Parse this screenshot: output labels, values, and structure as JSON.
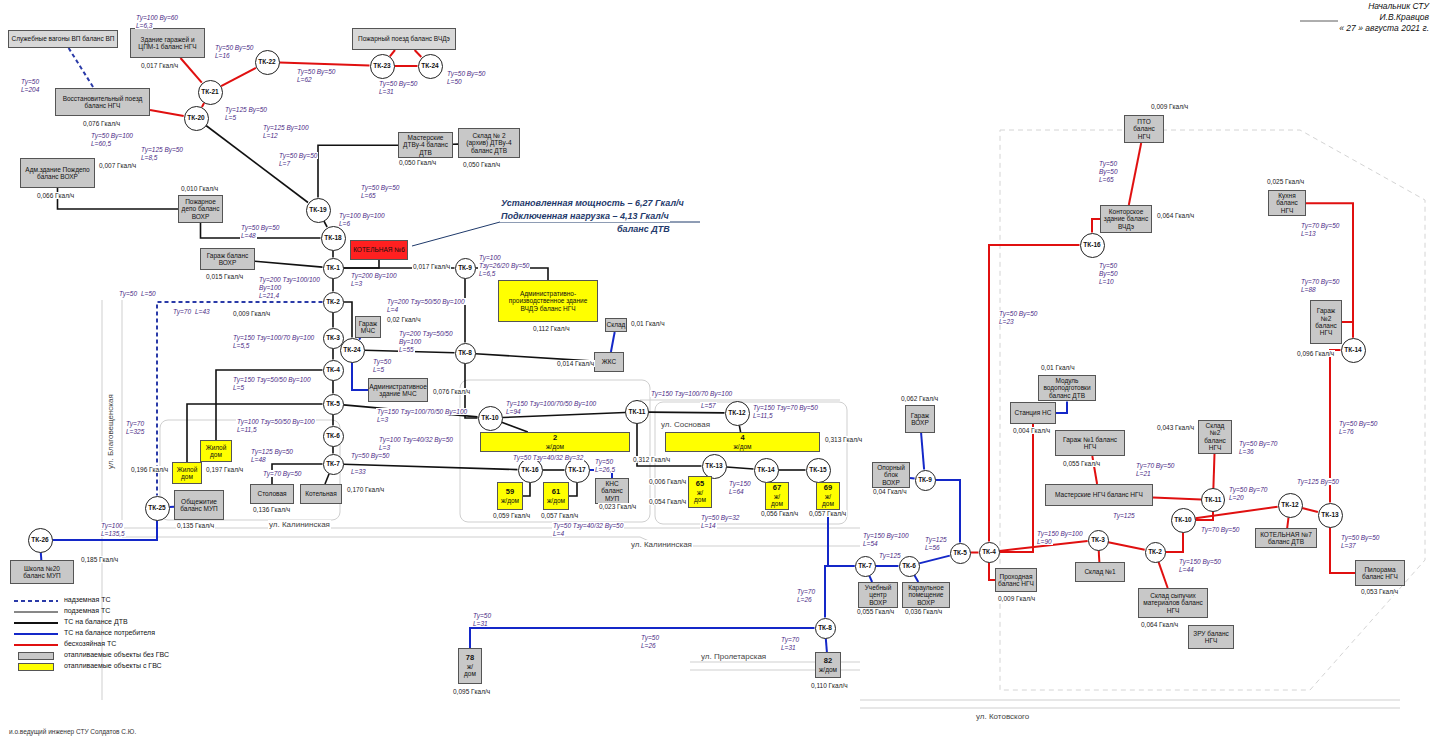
{
  "diagram": {
    "nodes": [
      {
        "text": [
          "КОТЕЛЬНАЯ №6"
        ]
      },
      {
        "text": [
          "ТК-18"
        ]
      },
      {
        "text": [
          "ТК-1"
        ]
      },
      {
        "text": [
          "ТК-2"
        ]
      },
      {
        "text": [
          "ТК-3"
        ]
      },
      {
        "text": [
          "ТК-4"
        ]
      },
      {
        "text": [
          "ТК-5"
        ]
      },
      {
        "text": [
          "ТК-6"
        ]
      },
      {
        "text": [
          "ТК-7"
        ]
      },
      {
        "text": [
          "ТК-19"
        ]
      },
      {
        "text": [
          "ТК-20"
        ]
      },
      {
        "text": [
          "ТК-21"
        ]
      },
      {
        "text": [
          "ТК-22"
        ]
      },
      {
        "text": [
          "ТК-23"
        ]
      },
      {
        "text": [
          "ТК-24"
        ]
      },
      {
        "text": [
          "Пожарный поезд баланс ВЧДэ"
        ]
      },
      {
        "text": [
          "Служебные вагоны ВП баланс ВП"
        ]
      },
      {
        "text": [
          "Восстановительный поезд баланс НГЧ"
        ]
      },
      {
        "text": [
          "Здание гаражей и ЦПМ-1 баланс НГЧ"
        ]
      },
      {
        "text": [
          "Адм.здание Пождепо баланс ВОХР"
        ]
      },
      {
        "text": [
          "Пожарное депо баланс ВОХР"
        ]
      },
      {
        "text": [
          "Гараж баланс ВОХР"
        ]
      },
      {
        "text": [
          "Мастерские ДТВу-4 баланс ДТВ"
        ]
      },
      {
        "text": [
          "Склад № 2 (архив) ДТВу-4 баланс ДТВ"
        ]
      },
      {
        "text": [
          "Гараж МЧС"
        ]
      },
      {
        "text": [
          "ТК-24"
        ]
      },
      {
        "text": [
          "Административное здание МЧС"
        ]
      },
      {
        "text": [
          "Административно-производственное здание ВЧДЭ баланс НГЧ"
        ]
      },
      {
        "text": [
          "ТК-9"
        ]
      },
      {
        "text": [
          "ТК-8"
        ]
      },
      {
        "text": [
          "Склад"
        ]
      },
      {
        "text": [
          "ЖКС"
        ]
      },
      {
        "text": [
          "ТК-10"
        ]
      },
      {
        "text": [
          "ТК-11"
        ]
      },
      {
        "text": [
          "ТК-12"
        ]
      },
      {
        "text": [
          "2",
          "ж/дом"
        ]
      },
      {
        "text": [
          "4",
          "ж/дом"
        ]
      },
      {
        "text": [
          "ТК-16"
        ]
      },
      {
        "text": [
          "ТК-17"
        ]
      },
      {
        "text": [
          "59",
          "ж/дом"
        ]
      },
      {
        "text": [
          "61",
          "ж/дом"
        ]
      },
      {
        "text": [
          "КНС баланс МУП"
        ]
      },
      {
        "text": [
          "ТК-13"
        ]
      },
      {
        "text": [
          "ТК-14"
        ]
      },
      {
        "text": [
          "ТК-15"
        ]
      },
      {
        "text": [
          "65",
          "ж/дом"
        ]
      },
      {
        "text": [
          "67",
          "ж/дом"
        ]
      },
      {
        "text": [
          "69",
          "ж/дом"
        ]
      },
      {
        "text": [
          "Жилой дом"
        ]
      },
      {
        "text": [
          "Жилой дом"
        ]
      },
      {
        "text": [
          "Общежитие баланс МУП"
        ]
      },
      {
        "text": [
          "ТК-25"
        ]
      },
      {
        "text": [
          "ТК-26"
        ]
      },
      {
        "text": [
          "Школа №20 баланс МУП"
        ]
      },
      {
        "text": [
          "Столовая"
        ]
      },
      {
        "text": [
          "Котельная"
        ]
      },
      {
        "text": [
          "78",
          "ж/дом"
        ]
      },
      {
        "text": [
          "82",
          "ж/дом"
        ]
      },
      {
        "text": [
          "ТК-8"
        ]
      },
      {
        "text": [
          "ТК-7"
        ]
      },
      {
        "text": [
          "ТК-6"
        ]
      },
      {
        "text": [
          "ТК-5"
        ]
      },
      {
        "text": [
          "ТК-4"
        ]
      },
      {
        "text": [
          "ТК-3"
        ]
      },
      {
        "text": [
          "ТК-2"
        ]
      },
      {
        "text": [
          "ТК-10"
        ]
      },
      {
        "text": [
          "ТК-11"
        ]
      },
      {
        "text": [
          "ТК-12"
        ]
      },
      {
        "text": [
          "ТК-13"
        ]
      },
      {
        "text": [
          "ТК-14"
        ]
      },
      {
        "text": [
          "ТК-16"
        ]
      },
      {
        "text": [
          "ТК-9"
        ]
      },
      {
        "text": [
          "ПТО баланс НГЧ"
        ]
      },
      {
        "text": [
          "Конторское здание баланс ВЧДэ"
        ]
      },
      {
        "text": [
          "Кухня баланс НГЧ"
        ]
      },
      {
        "text": [
          "Гараж №2 баланс НГЧ"
        ]
      },
      {
        "text": [
          "Модуль водоподготовки баланс ДТВ"
        ]
      },
      {
        "text": [
          "Склад №2 баланс НГЧ"
        ]
      },
      {
        "text": [
          "Гараж №1 баланс НГЧ"
        ]
      },
      {
        "text": [
          "Мастерские НГЧ баланс НГЧ"
        ]
      },
      {
        "text": [
          "КОТЕЛЬНАЯ №7 баланс ДТВ"
        ]
      },
      {
        "text": [
          "Пилорама баланс НГЧ"
        ]
      },
      {
        "text": [
          "Склад №1"
        ]
      },
      {
        "text": [
          "Склад сыпучих материалов баланс НГЧ"
        ]
      },
      {
        "text": [
          "ЗРУ баланс НГЧ"
        ]
      },
      {
        "text": [
          "Проходная баланс НГЧ"
        ]
      },
      {
        "text": [
          "Гараж ВОХР"
        ]
      },
      {
        "text": [
          "Опорный блок ВОХР"
        ]
      },
      {
        "text": [
          "Учебный центр ВОХР"
        ]
      },
      {
        "text": [
          "Караульное помещение ВОХР"
        ]
      },
      {
        "text": [
          "Станция НС"
        ]
      }
    ],
    "edges": [
      {
        "from": 2,
        "to": 0,
        "arrow": "none"
      },
      {
        "from": 1,
        "to": 2,
        "arrow": "none"
      },
      {
        "from": 2,
        "to": 3,
        "arrow": "none"
      },
      {
        "from": 3,
        "to": 4,
        "arrow": "none"
      },
      {
        "from": 4,
        "to": 5,
        "arrow": "none"
      },
      {
        "from": 5,
        "to": 6,
        "arrow": "none"
      },
      {
        "from": 6,
        "to": 7,
        "arrow": "none"
      },
      {
        "from": 7,
        "to": 8,
        "arrow": "none"
      },
      {
        "from": 9,
        "to": 1,
        "arrow": "none"
      },
      {
        "from": 9,
        "to": 10,
        "arrow": "none"
      },
      {
        "from": 10,
        "to": 11,
        "arrow": "none"
      },
      {
        "from": 11,
        "to": 12,
        "arrow": "none"
      },
      {
        "from": 12,
        "to": 13,
        "arrow": "none"
      },
      {
        "from": 13,
        "to": 14,
        "arrow": "none"
      },
      {
        "from": 10,
        "to": 17,
        "arrow": "none"
      },
      {
        "from": 16,
        "to": 17,
        "arrow": "none"
      },
      {
        "from": 11,
        "to": 18,
        "arrow": "none"
      },
      {
        "from": 13,
        "to": 15,
        "arrow": "none"
      },
      {
        "from": 14,
        "to": 15,
        "arrow": "none"
      },
      {
        "from": 9,
        "to": 22,
        "arrow": "none"
      },
      {
        "from": 22,
        "to": 23,
        "arrow": "none"
      },
      {
        "from": 1,
        "to": 20,
        "arrow": "none"
      },
      {
        "from": 20,
        "to": 19,
        "arrow": "none"
      },
      {
        "from": 2,
        "to": 21,
        "arrow": "none"
      },
      {
        "from": 2,
        "to": 28,
        "arrow": "none"
      },
      {
        "from": 3,
        "to": 25,
        "arrow": "none"
      },
      {
        "from": 25,
        "to": 24,
        "arrow": "none"
      },
      {
        "from": 25,
        "to": 26,
        "arrow": "none"
      },
      {
        "from": 25,
        "to": 29,
        "arrow": "none"
      },
      {
        "from": 28,
        "to": 27,
        "arrow": "none"
      },
      {
        "from": 28,
        "to": 29,
        "arrow": "none"
      },
      {
        "from": 29,
        "to": 32,
        "arrow": "none"
      },
      {
        "from": 29,
        "to": 31,
        "arrow": "none"
      },
      {
        "from": 31,
        "to": 30,
        "arrow": "none"
      },
      {
        "from": 6,
        "to": 32,
        "arrow": "none"
      },
      {
        "from": 32,
        "to": 33,
        "arrow": "none"
      },
      {
        "from": 33,
        "to": 34,
        "arrow": "none"
      },
      {
        "from": 32,
        "to": 35,
        "arrow": "none"
      },
      {
        "from": 8,
        "to": 37,
        "arrow": "none"
      },
      {
        "from": 37,
        "to": 38,
        "arrow": "none"
      },
      {
        "from": 37,
        "to": 39,
        "arrow": "none"
      },
      {
        "from": 38,
        "to": 40,
        "arrow": "none"
      },
      {
        "from": 38,
        "to": 41,
        "arrow": "none"
      },
      {
        "from": 33,
        "to": 42,
        "arrow": "none"
      },
      {
        "from": 34,
        "to": 36,
        "arrow": "none"
      },
      {
        "from": 42,
        "to": 43,
        "arrow": "none"
      },
      {
        "from": 43,
        "to": 44,
        "arrow": "none"
      },
      {
        "from": 42,
        "to": 45,
        "arrow": "none"
      },
      {
        "from": 43,
        "to": 46,
        "arrow": "none"
      },
      {
        "from": 44,
        "to": 47,
        "arrow": "none"
      },
      {
        "from": 5,
        "to": 48,
        "arrow": "none"
      },
      {
        "from": 6,
        "to": 49,
        "arrow": "none"
      },
      {
        "from": 3,
        "to": 51,
        "arrow": "none"
      },
      {
        "from": 51,
        "to": 50,
        "arrow": "none"
      },
      {
        "from": 51,
        "to": 52,
        "arrow": "none"
      },
      {
        "from": 52,
        "to": 53,
        "arrow": "none"
      },
      {
        "from": 8,
        "to": 54,
        "arrow": "none"
      },
      {
        "from": 8,
        "to": 55,
        "arrow": "none"
      },
      {
        "from": 47,
        "to": 59,
        "arrow": "none"
      },
      {
        "from": 59,
        "to": 58,
        "arrow": "none"
      },
      {
        "from": 58,
        "to": 57,
        "arrow": "none"
      },
      {
        "from": 58,
        "to": 56,
        "arrow": "none"
      },
      {
        "from": 59,
        "to": 60,
        "arrow": "none"
      },
      {
        "from": 60,
        "to": 61,
        "arrow": "none"
      },
      {
        "from": 61,
        "to": 62,
        "arrow": "none"
      },
      {
        "from": 62,
        "to": 63,
        "arrow": "none"
      },
      {
        "from": 63,
        "to": 64,
        "arrow": "none"
      },
      {
        "from": 64,
        "to": 65,
        "arrow": "none"
      },
      {
        "from": 65,
        "to": 66,
        "arrow": "none"
      },
      {
        "from": 65,
        "to": 67,
        "arrow": "none"
      },
      {
        "from": 67,
        "to": 68,
        "arrow": "none"
      },
      {
        "from": 68,
        "to": 81,
        "arrow": "none"
      },
      {
        "from": 68,
        "to": 69,
        "arrow": "none"
      },
      {
        "from": 69,
        "to": 75,
        "arrow": "none"
      },
      {
        "from": 69,
        "to": 74,
        "arrow": "none"
      },
      {
        "from": 67,
        "to": 80,
        "arrow": "none"
      },
      {
        "from": 63,
        "to": 82,
        "arrow": "none"
      },
      {
        "from": 64,
        "to": 83,
        "arrow": "none"
      },
      {
        "from": 66,
        "to": 77,
        "arrow": "none"
      },
      {
        "from": 66,
        "to": 79,
        "arrow": "none"
      },
      {
        "from": 79,
        "to": 78,
        "arrow": "none"
      },
      {
        "from": 62,
        "to": 70,
        "arrow": "none"
      },
      {
        "from": 70,
        "to": 73,
        "arrow": "none"
      },
      {
        "from": 73,
        "to": 72,
        "arrow": "none"
      },
      {
        "from": 62,
        "to": 90,
        "arrow": "none"
      },
      {
        "from": 90,
        "to": 76,
        "arrow": "none"
      },
      {
        "from": 62,
        "to": 85,
        "arrow": "none"
      },
      {
        "from": 61,
        "to": 71,
        "arrow": "none"
      },
      {
        "from": 71,
        "to": 87,
        "arrow": "none"
      },
      {
        "from": 71,
        "to": 86,
        "arrow": "none"
      },
      {
        "from": 59,
        "to": 88,
        "arrow": "none"
      },
      {
        "from": 60,
        "to": 89,
        "arrow": "none"
      }
    ],
    "labels": [
      "Начальник СТУ",
      "И.В.Кравцов",
      "« 27 » августа 2021 г.",
      "Установленная мощность – 6,27 Гкал/ч",
      "Подключенная нагрузка – 4,13 Гкал/ч",
      "баланс ДТВ",
      "0,017 Гкал/ч",
      "0,076 Гкал/ч",
      "0,017 Гкал/ч",
      "0,007 Гкал/ч",
      "0,010 Гкал/ч",
      "0,066 Гкал/ч",
      "0,015 Гкал/ч",
      "0,050 Гкал/ч",
      "0,050 Гкал/ч",
      "0,009 Гкал/ч",
      "0,02 Гкал/ч",
      "0,076 Гкал/ч",
      "0,112 Гкал/ч",
      "0,01 Гкал/ч",
      "0,014 Гкал/ч",
      "0,312 Гкал/ч",
      "0,313 Гкал/ч",
      "0,059 Гкал/ч",
      "0,057 Гкал/ч",
      "0,023 Гкал/ч",
      "0,006 Гкал/ч",
      "0,054 Гкал/ч",
      "0,056 Гкал/ч",
      "0,057 Гкал/ч",
      "0,197 Гкал/ч",
      "0,196 Гкал/ч",
      "0,135 Гкал/ч",
      "0,185 Гкал/ч",
      "0,136 Гкал/ч",
      "0,170 Гкал/ч",
      "0,095 Гкал/ч",
      "0,110 Гкал/ч",
      "0,009 Гкал/ч",
      "0,064 Гкал/ч",
      "0,025 Гкал/ч",
      "0,096 Гкал/ч",
      "0,01 Гкал/ч",
      "0,004 Гкал/ч",
      "0,043 Гкал/ч",
      "0,055 Гкал/ч",
      "0,053 Гкал/ч",
      "0,064 Гкал/ч",
      "0,009 Гкал/ч",
      "0,062 Гкал/ч",
      "0,04 Гкал/ч",
      "0,055 Гкал/ч",
      "0,036 Гкал/ч",
      "Ту=100 Ву=60",
      "L=6,3",
      "Ту=50 Ву=50",
      "L=16",
      "Ту=50 Ву=50",
      "L=62",
      "Ту=50 Ву=50",
      "L=31",
      "Ту=50 Ву=50",
      "L=50",
      "Ту=50",
      "L=204",
      "Ту=50 Ву=100",
      "L=60,5",
      "Ту=125 Ву=50",
      "L=5",
      "Ту=125 Ву=50",
      "L=8,5",
      "Ту=125 Ву=100",
      "L=12",
      "Ту=50 Ву=50",
      "L=7",
      "Ту=50 Ву=50",
      "L=65",
      "Ту=100 Ву=100",
      "L=6",
      "Ту=50 Ву=50",
      "L=48",
      "Ту=200 Тзу=100/100",
      "Ву=100",
      "L=21,4",
      "Ту=200 Ву=100",
      "L=3",
      "Ту=100",
      "Тзу=26/20 Ву=50",
      "L=6,5",
      "Ту=200 Тзу=50/50 Ву=100",
      "L=4",
      "Ту=200 Тзу=50/50",
      "Ву=100",
      "L=55",
      "Ту=150 Тзу=100/70 Ву=100",
      "L=5,5",
      "Ту=150 Тзу=50/50 Ву=100",
      "L=5",
      "Ту=100 Тзу=50/50 Ву=100",
      "L=11,5",
      "Ту=125 Ву=50",
      "L=48",
      "Ту=70 Ву=50",
      "Ту=50 Ву=50",
      "L=33",
      "Ту=50",
      "L=5",
      "Ту=150 Тзу=100/70/50 Ву=100",
      "L=3",
      "Ту=100 Тзу=40/32 Ву=50",
      "L=3",
      "Ту=150 Тзу=100/70/50 Ву=100",
      "L=94",
      "Ту=150 Тзу=100/70 Ву=100",
      "L=57",
      "Ту=150 Тзу=70 Ву=50",
      "L=11,5",
      "Ту=50 Тзу=40/32 Ву=32",
      "Ту=50",
      "L=26,5",
      "Ту=50 Тзу=40/32 Ву=50",
      "L=4",
      "Ту=150",
      "L=64",
      "Ту=50 Ву=32",
      "L=14",
      "Ту=150 Ву=100",
      "L=54",
      "Ту=125",
      "Ту=125",
      "L=56",
      "Ту=150 Ву=100",
      "L=90",
      "Ту=125",
      "Ту=150 Ву=50",
      "L=44",
      "Ту=70 Ву=50",
      "Ту=50 Ву=70",
      "L=20",
      "Ту=125 Ву=50",
      "Ту=50 Ву=50",
      "L=37",
      "Ту=50 Ву=50",
      "L=76",
      "Ту=70 Ву=50",
      "L=13",
      "Ту=70 Ву=50",
      "L=88",
      "Ту=50",
      "Ву=50",
      "L=65",
      "Ту=50",
      "Ву=50",
      "L=10",
      "Ту=50 Ву=50",
      "L=23",
      "Ту=70 Ву=50",
      "L=21",
      "Ту=50 Ву=70",
      "L=36",
      "Ту=70",
      "L=26",
      "Ту=70",
      "L=31",
      "Ту=50",
      "L=26",
      "Ту=50",
      "L=31",
      "Ту=100",
      "L=135,5",
      "Ту=70",
      "L=325",
      "Ту=50",
      "L=50",
      "Ту=70",
      "L=43",
      "ул. Благовещенская",
      "ул. Сосновая",
      "ул. Калининская",
      "ул. Калининская",
      "ул. Пролетарская",
      "ул. Котовского",
      "и.о.ведущий инженер СТУ Солдатов С.Ю."
    ],
    "legend": [
      {
        "text": "надземная ТС"
      },
      {
        "text": "подземная ТС"
      },
      {
        "text": "ТС на балансе ДТВ"
      },
      {
        "text": "ТС на балансе потребителя"
      },
      {
        "text": "бесхозяйная ТС"
      },
      {
        "text": "отапливаемые объекты без ГВС",
        "color": "#c8c8c8"
      },
      {
        "text": "отапливаемые объекты с ГВС",
        "color": "#ffff00"
      }
    ]
  }
}
